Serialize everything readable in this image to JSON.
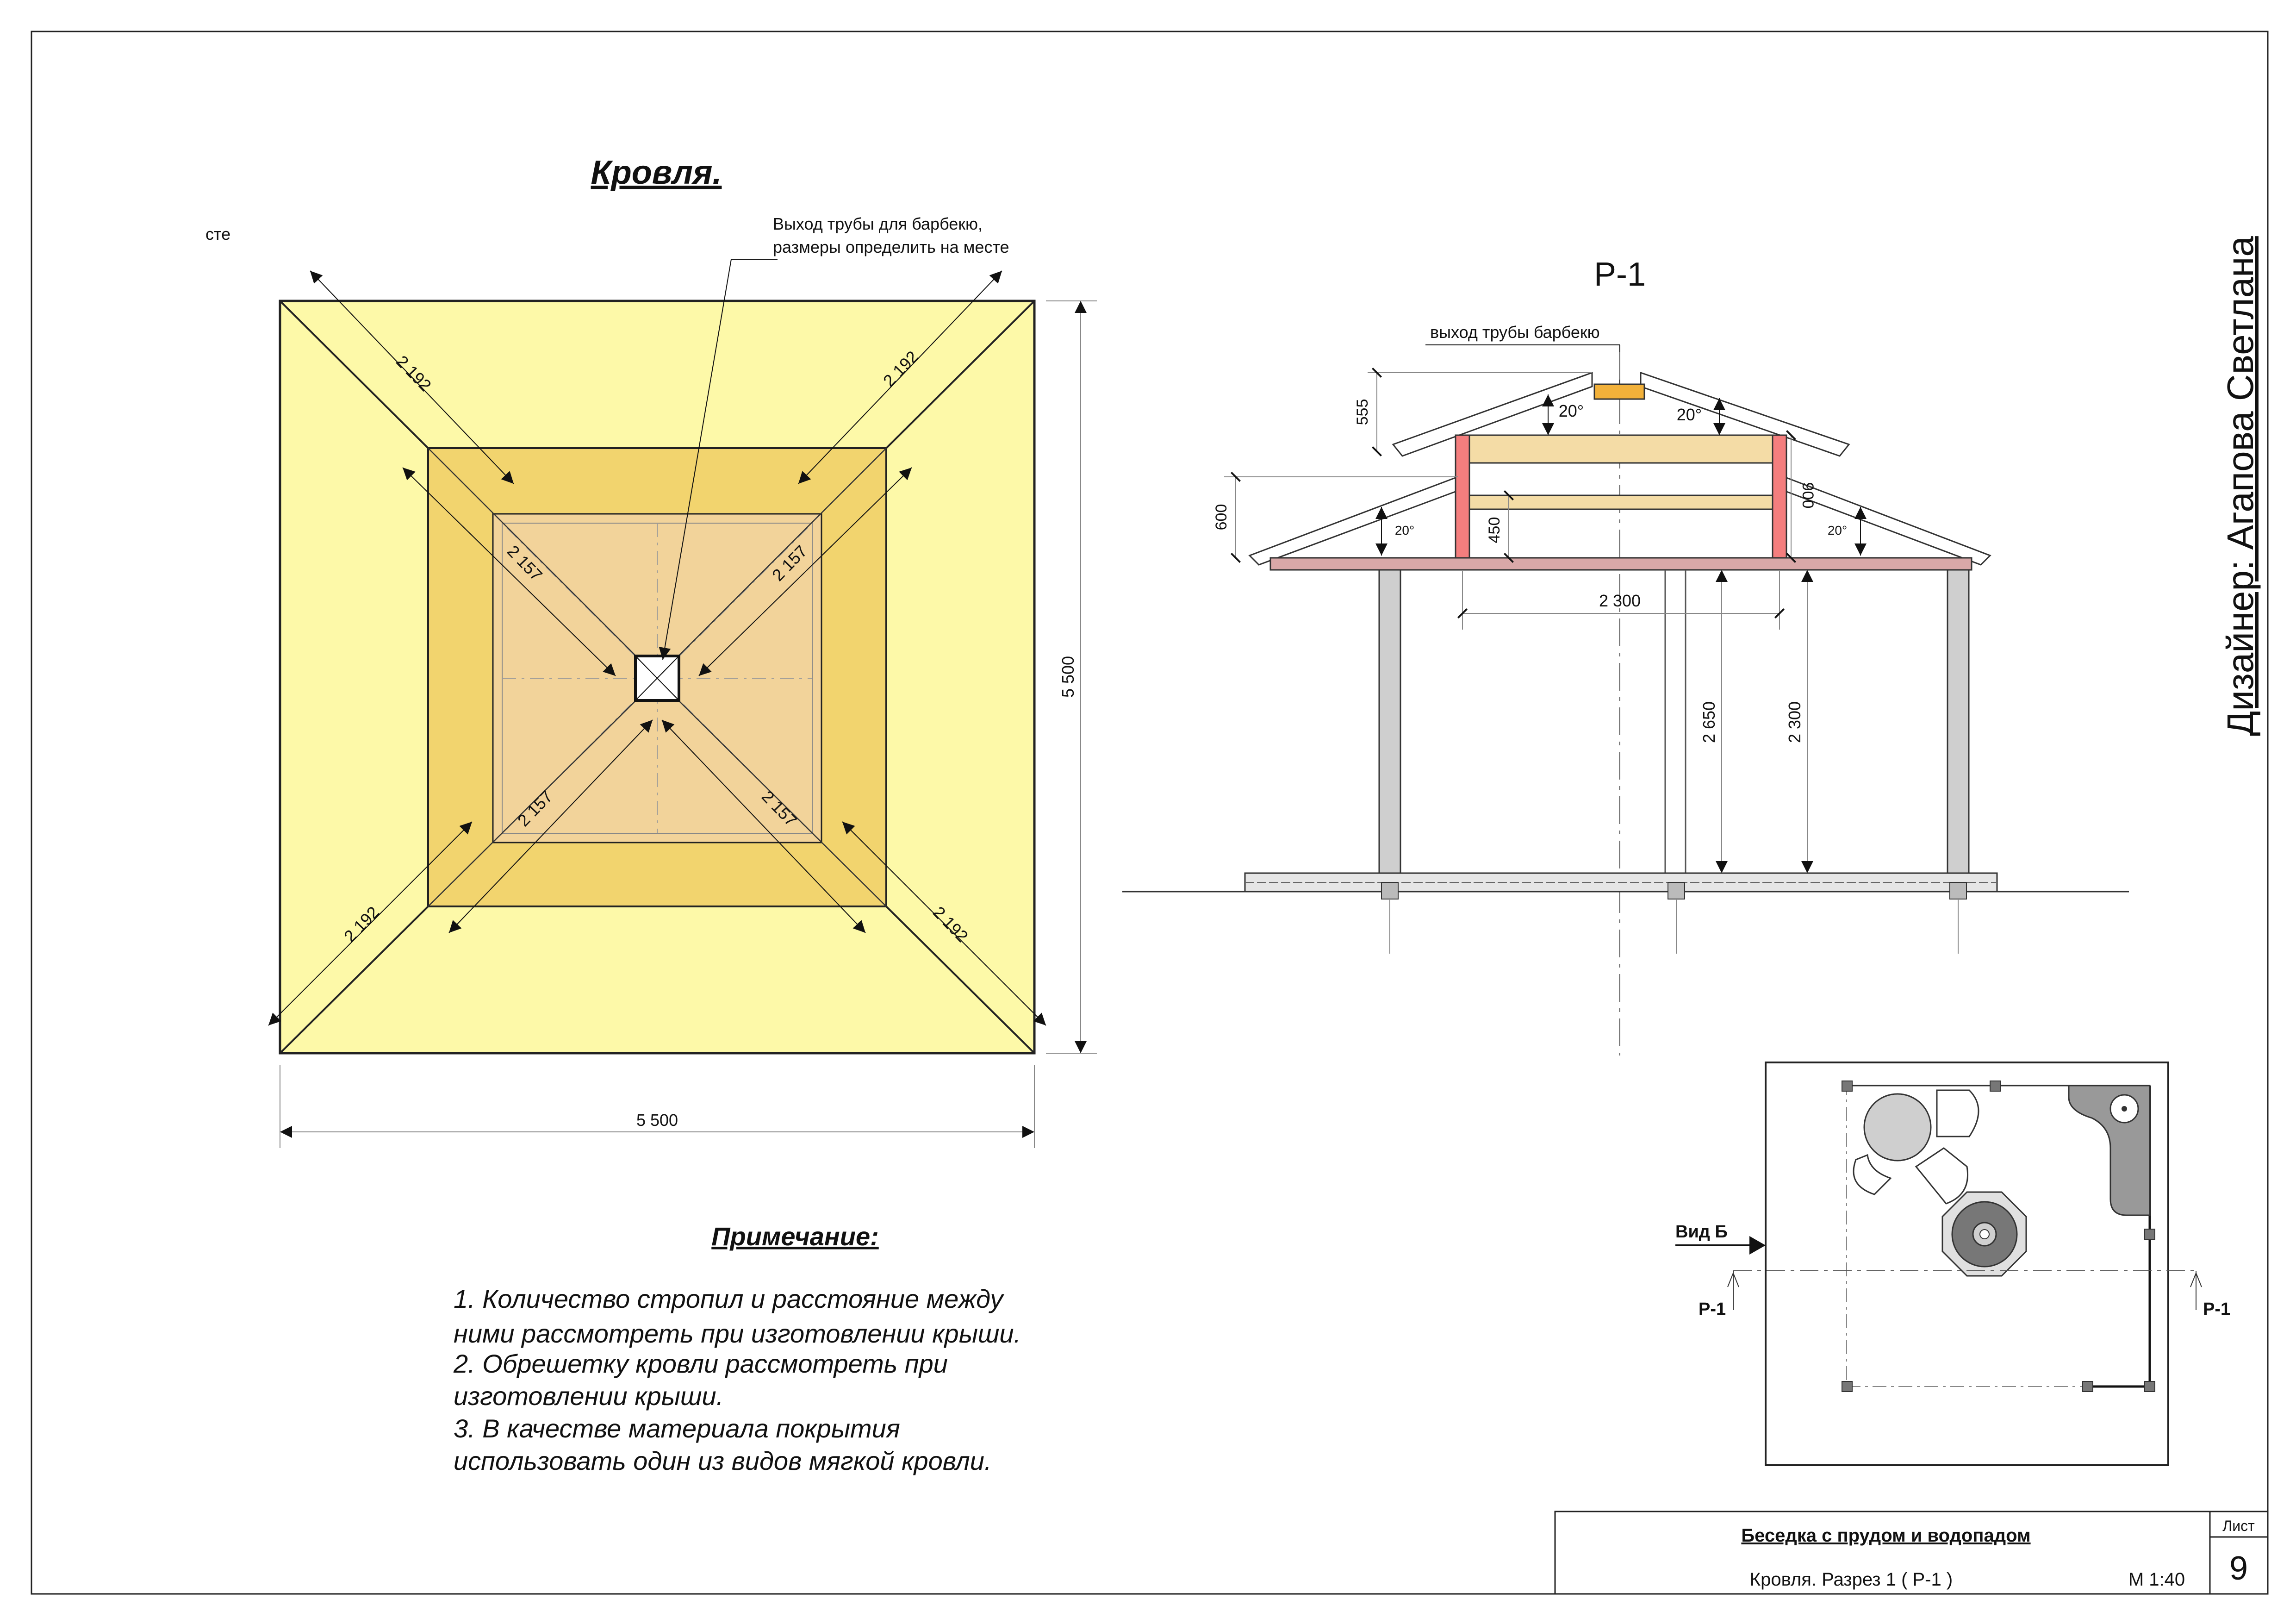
{
  "sheet_title": "Кровля.",
  "cut_text_left": "сте",
  "plan": {
    "callout": [
      "Выход трубы для барбекю,",
      "размеры определить на месте"
    ],
    "dims": {
      "outer_diag": "2 192",
      "inner_diag": "2 157",
      "width": "5 500",
      "height": "5 500"
    }
  },
  "section": {
    "title": "Р-1",
    "callout": "выход трубы барбекю",
    "dims": {
      "upper_height": "555",
      "lower_height": "600",
      "span": "2 300",
      "post_height_1": "2 650",
      "post_height_2": "2 300",
      "inner_1": "450",
      "inner_2": "900"
    },
    "angle_large": "20°",
    "angle_small": "20°"
  },
  "notes": {
    "title": "Примечание:",
    "lines": [
      "1.   Количество стропил и расстояние между",
      "ними рассмотреть при изготовлении крыши.",
      "2.   Обрешетку кровли рассмотреть при",
      "изготовлении крыши.",
      "3.   В качестве материала покрытия",
      "использовать один из видов мягкой кровли."
    ]
  },
  "key_plan": {
    "view_label": "Вид Б",
    "cut_left": "Р-1",
    "cut_right": "Р-1"
  },
  "designer": "Дизайнер: Агапова Светлана",
  "title_block": {
    "project": "Беседка с прудом и водопадом",
    "sheet_name": "Кровля. Разрез 1 ( Р-1 )",
    "scale": "М 1:40",
    "sheet_label": "Лист",
    "sheet_number": "9"
  },
  "colors": {
    "outer_roof": "#FDF9A8",
    "middle_roof": "#F2D46E",
    "inner_roof": "#F2D39A",
    "beam": "#F4DCA6",
    "post_red": "#F47E7E",
    "slab": "#D9A8A8",
    "pipe": "#F2B13A",
    "post_gray": "#CFCFCF"
  }
}
